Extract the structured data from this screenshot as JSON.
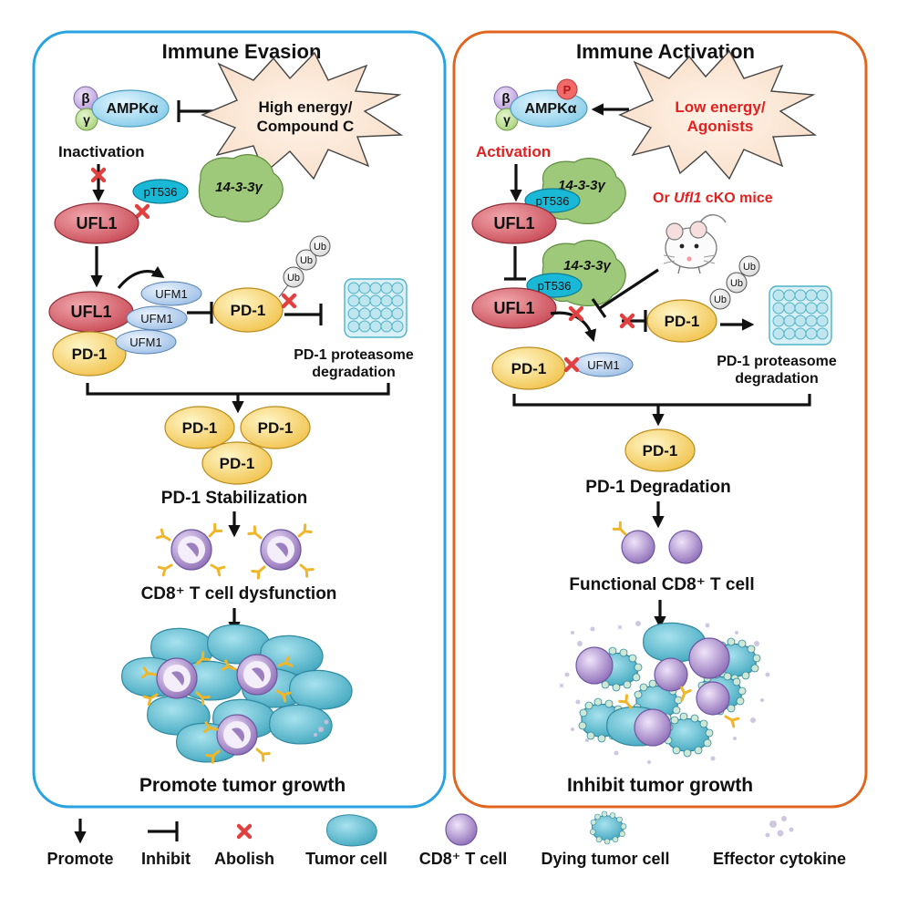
{
  "colors": {
    "left_border": "#29a3df",
    "right_border": "#e0661f",
    "ufl1": "#d2606a",
    "pd1": "#f8d36f",
    "ufm1": "#b9d3ee",
    "ampk": "#a8dcf2",
    "pT536": "#18b8d6",
    "protein_1433": "#9fc97a",
    "tumor_cell": "#5cbfd1",
    "t_cell": "#9b7fbf",
    "abolish": "#e04040",
    "phospho": "#f06a6a",
    "red_text": "#e32020"
  },
  "left": {
    "title": "Immune Evasion",
    "ampk": {
      "alpha": "AMPKα",
      "beta": "β",
      "gamma": "γ"
    },
    "burst": [
      "High energy/",
      "Compound C"
    ],
    "state": "Inactivation",
    "protein_1433": "14-3-3γ",
    "pT536": "pT536",
    "ufl1_top": "UFL1",
    "ufl1_complex": "UFL1",
    "ufm1": [
      "UFM1",
      "UFM1",
      "UFM1"
    ],
    "pd1_complex": "PD-1",
    "pd1_free": "PD-1",
    "ub": [
      "Ub",
      "Ub",
      "Ub"
    ],
    "proteasome_label": [
      "PD-1 proteasome",
      "degradation"
    ],
    "pd1_cluster": [
      "PD-1",
      "PD-1",
      "PD-1"
    ],
    "stabilization": "PD-1 Stabilization",
    "tcell_status": "CD8⁺ T cell dysfunction",
    "outcome": "Promote tumor growth"
  },
  "right": {
    "title": "Immune Activation",
    "ampk": {
      "alpha": "AMPKα",
      "beta": "β",
      "gamma": "γ",
      "phospho": "P"
    },
    "burst": [
      "Low energy/",
      "Agonists"
    ],
    "state": "Activation",
    "protein_1433_top": "14-3-3γ",
    "pT536_top": "pT536",
    "protein_1433_mid": "14-3-3γ",
    "pT536_mid": "pT536",
    "mice_prefix": "Or ",
    "mice_gene": "Ufl1",
    "mice_suffix": " cKO mice",
    "ufl1_top": "UFL1",
    "ufl1_mid": "UFL1",
    "pd1_bound": "PD-1",
    "ufm1": "UFM1",
    "pd1_right": "PD-1",
    "ub": [
      "Ub",
      "Ub",
      "Ub"
    ],
    "proteasome_label": [
      "PD-1 proteasome",
      "degradation"
    ],
    "pd1_single": "PD-1",
    "degradation": "PD-1 Degradation",
    "tcell_status": "Functional CD8⁺ T cell",
    "outcome": "Inhibit tumor growth"
  },
  "legend": {
    "promote": "Promote",
    "inhibit": "Inhibit",
    "abolish": "Abolish",
    "tumor": "Tumor cell",
    "tcell": "CD8⁺ T cell",
    "dying": "Dying tumor cell",
    "cytokine": "Effector cytokine"
  }
}
